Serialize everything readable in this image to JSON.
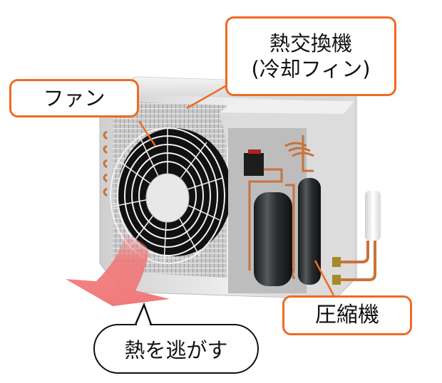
{
  "labels": {
    "heat_exchanger": {
      "line1": "熱交換機",
      "line2": "(冷却フィン)"
    },
    "fan": "ファン",
    "compressor": "圧縮機"
  },
  "callout": {
    "text": "熱を逃がす"
  },
  "colors": {
    "label_border": "#ef6a22",
    "leader_line": "#ef6a22",
    "heat_arrow": "#f07a7a",
    "copper_pipe": "#c8733a",
    "unit_body": "#e9e9e9",
    "compressor": "#2a2c2e"
  },
  "illustration": {
    "subject": "air-conditioner-outdoor-unit-cutaway",
    "parts": [
      "fan",
      "heat-exchanger-fins",
      "compressor",
      "accumulator",
      "copper-pipes",
      "service-valves",
      "insulated-pipe"
    ]
  }
}
